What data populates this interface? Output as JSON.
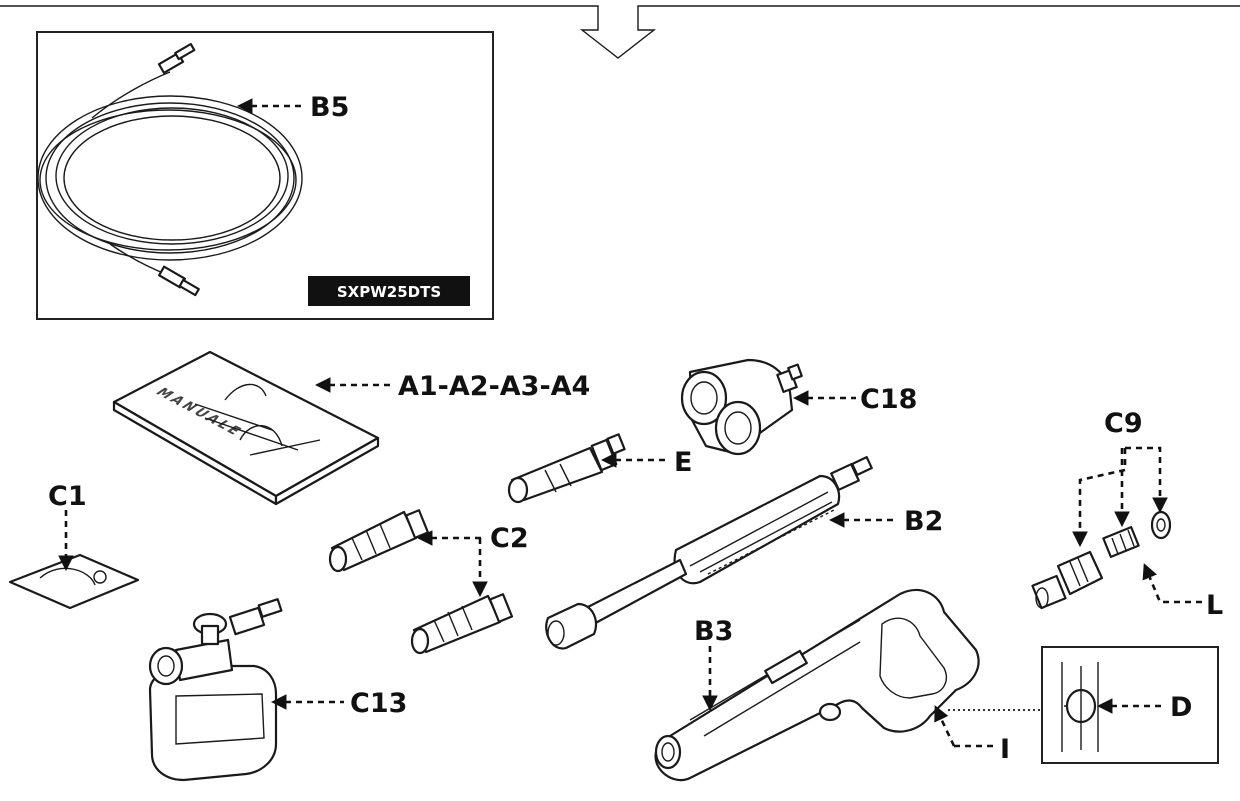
{
  "model_badge": "SXPW25DTS",
  "labels": {
    "b5": "B5",
    "a1_a4": "A1-A2-A3-A4",
    "c18": "C18",
    "c9": "C9",
    "e": "E",
    "c1": "C1",
    "c2": "C2",
    "b2": "B2",
    "l": "L",
    "b3": "B3",
    "c13": "C13",
    "d": "D",
    "i": "I"
  },
  "manual_cover_text": "MANUALE",
  "icons": [
    "hose-icon",
    "manual-icon",
    "nozzle-icon",
    "foam-cannon-icon",
    "lance-icon",
    "trigger-gun-icon",
    "hose-adapter-icon",
    "filter-icon",
    "washer-icon"
  ]
}
